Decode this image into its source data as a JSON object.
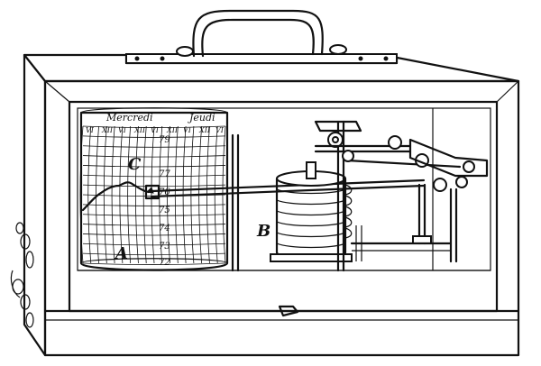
{
  "figure": {
    "drum": {
      "days": [
        "Mercredi",
        "Jeudi"
      ],
      "hour_marks": [
        "VI",
        "XII",
        "VI",
        "XII",
        "VI",
        "XII",
        "VI",
        "XII",
        "VI"
      ],
      "scale": [
        "79",
        "77",
        "76",
        "75",
        "74",
        "73",
        "72"
      ]
    },
    "letters": {
      "a": "A",
      "b": "B",
      "c": "C"
    }
  }
}
